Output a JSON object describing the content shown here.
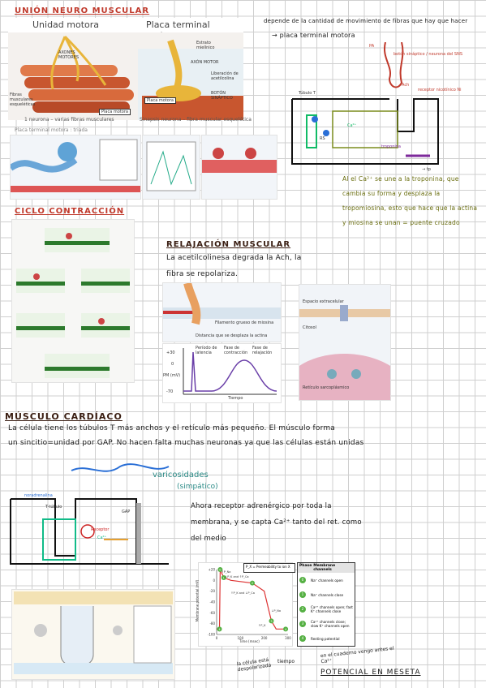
{
  "union": {
    "title": "UNIÓN NEURO MUSCULAR",
    "panel_left_title": "Unidad motora",
    "panel_right_title": "Placa terminal motora",
    "labels_left": [
      "AXONES MOTORES",
      "Fibras musculares esqueléticas",
      "Placa motora"
    ],
    "labels_right": [
      "Estrato mielínico",
      "AXÓN MOTOR",
      "Liberación de acetilcolina",
      "BOTÓN SINÁPTICO",
      "Placa motora"
    ],
    "caption_left": "1 neurona – varias fibras musculares",
    "caption_right": "Sinapsis neurona – fibra muscular esquelética",
    "subpanel_label": "Placa terminal motora : triada"
  },
  "notes_right": {
    "line1": "depende de la cantidad de movimiento de fibras que hay que hacer",
    "line2": "→ placa terminal motora",
    "diagram_labels": [
      "PA",
      "botón sináptico / neurona del SNS",
      "Ach",
      "receptor nicotínico Ni",
      "Túbulo T",
      "Ca²⁺",
      "RS",
      "troponina",
      "→ tp"
    ],
    "ca_note": "Al el Ca²⁺ se une a la troponina, que cambia su forma y desplaza la tropomiosina, esto que hace que la actina y miosina se unan = puente cruzado"
  },
  "ciclo": {
    "title": "CICLO CONTRACCIÓN"
  },
  "relajacion": {
    "title": "RELAJACIÓN MUSCULAR",
    "line1": "La acetilcolinesa degrada la Ach, la",
    "line2": "fibra se repolariza.",
    "fig_labels": [
      "Filamento grueso de miosina",
      "Distancia que se desplaza la actina",
      "Período de latencia",
      "Fase de contracción",
      "Fase de relajación",
      "Tiempo",
      "Espacio extracelular",
      "Citosol",
      "Retículo sarcoplásmico"
    ],
    "fig_ticks": [
      "+30",
      "0",
      "PM (mV)",
      "-70"
    ]
  },
  "cardiaco": {
    "title": "MÚSCULO CARDÍACO",
    "line1": "La célula tiene los túbulos T más anchos y el retículo más pequeño. El músculo forma",
    "line2": "un sincitio=unidad por GAP. No hacen falta muchas neuronas ya que las células están unidas",
    "varicosidades": "varicosidades",
    "simpatico": "(simpático)",
    "note1": "Ahora receptor adrenérgico por toda la",
    "note2": "membrana, y se capta Ca²⁺ tanto del ret. como",
    "note3": "del medio",
    "diagram_labels": [
      "noradrenalina",
      "T-túbulo",
      "Ca²⁺",
      "GAP",
      "Receptor"
    ]
  },
  "ap_chart": {
    "title": "P_X = Permeability to ion X",
    "ylabel": "Membrane potential (mV)",
    "xlabel": "Time (msec)",
    "yticks": [
      "+20",
      "0",
      "-20",
      "-40",
      "-60",
      "-80",
      "-100"
    ],
    "xticks": [
      "0",
      "100",
      "200",
      "300"
    ],
    "phase_labels": [
      "↑P_Na",
      "↓P_K and ↑P_Ca",
      "↑P_K and ↓P_Ca",
      "↓P_Na",
      "↑P_K"
    ],
    "table_head": [
      "Phase",
      "Membrane channels"
    ],
    "table_rows": [
      [
        "0",
        "Na⁺ channels open"
      ],
      [
        "1",
        "Na⁺ channels close"
      ],
      [
        "2",
        "Ca²⁺ channels open; fast K⁺ channels close"
      ],
      [
        "3",
        "Ca²⁺ channels close; slow K⁺ channels open"
      ],
      [
        "4",
        "Resting potential"
      ]
    ]
  },
  "bottom_notes": {
    "a": "la célula está despolarizada",
    "b": "tiempo",
    "c": "en el cuaderno vengo antes el Ca²⁺",
    "d": "POTENCIAL EN MESETA"
  }
}
